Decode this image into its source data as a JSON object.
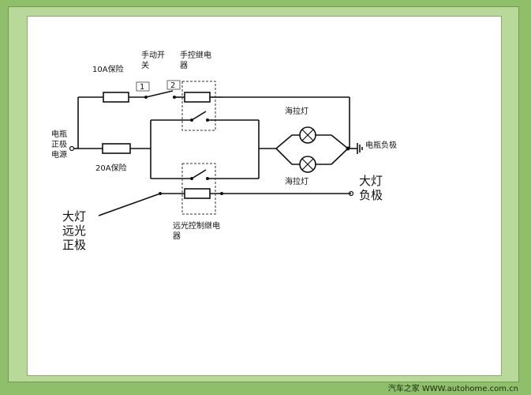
{
  "labels": {
    "fuse_10a": "10A保险",
    "manual_switch_line1": "手动开",
    "manual_switch_line2": "关",
    "manual_relay_line1": "手控继电",
    "manual_relay_line2": "器",
    "battery_pos_line1": "电瓶",
    "battery_pos_line2": "正极",
    "battery_pos_line3": "电源",
    "fuse_20a": "20A保险",
    "lamp_top": "海拉灯",
    "lamp_bottom": "海拉灯",
    "battery_neg": "电瓶负极",
    "headlight_neg_line1": "大灯",
    "headlight_neg_line2": "负极",
    "headlight_high_line1": "大灯",
    "headlight_high_line2": "远光",
    "headlight_high_line3": "正极",
    "highbeam_relay_line1": "远光控制继电",
    "highbeam_relay_line2": "器",
    "switch_pos_1": "1",
    "switch_pos_2": "2"
  },
  "watermark": "汽车之家 WWW.autohome.com.cn"
}
